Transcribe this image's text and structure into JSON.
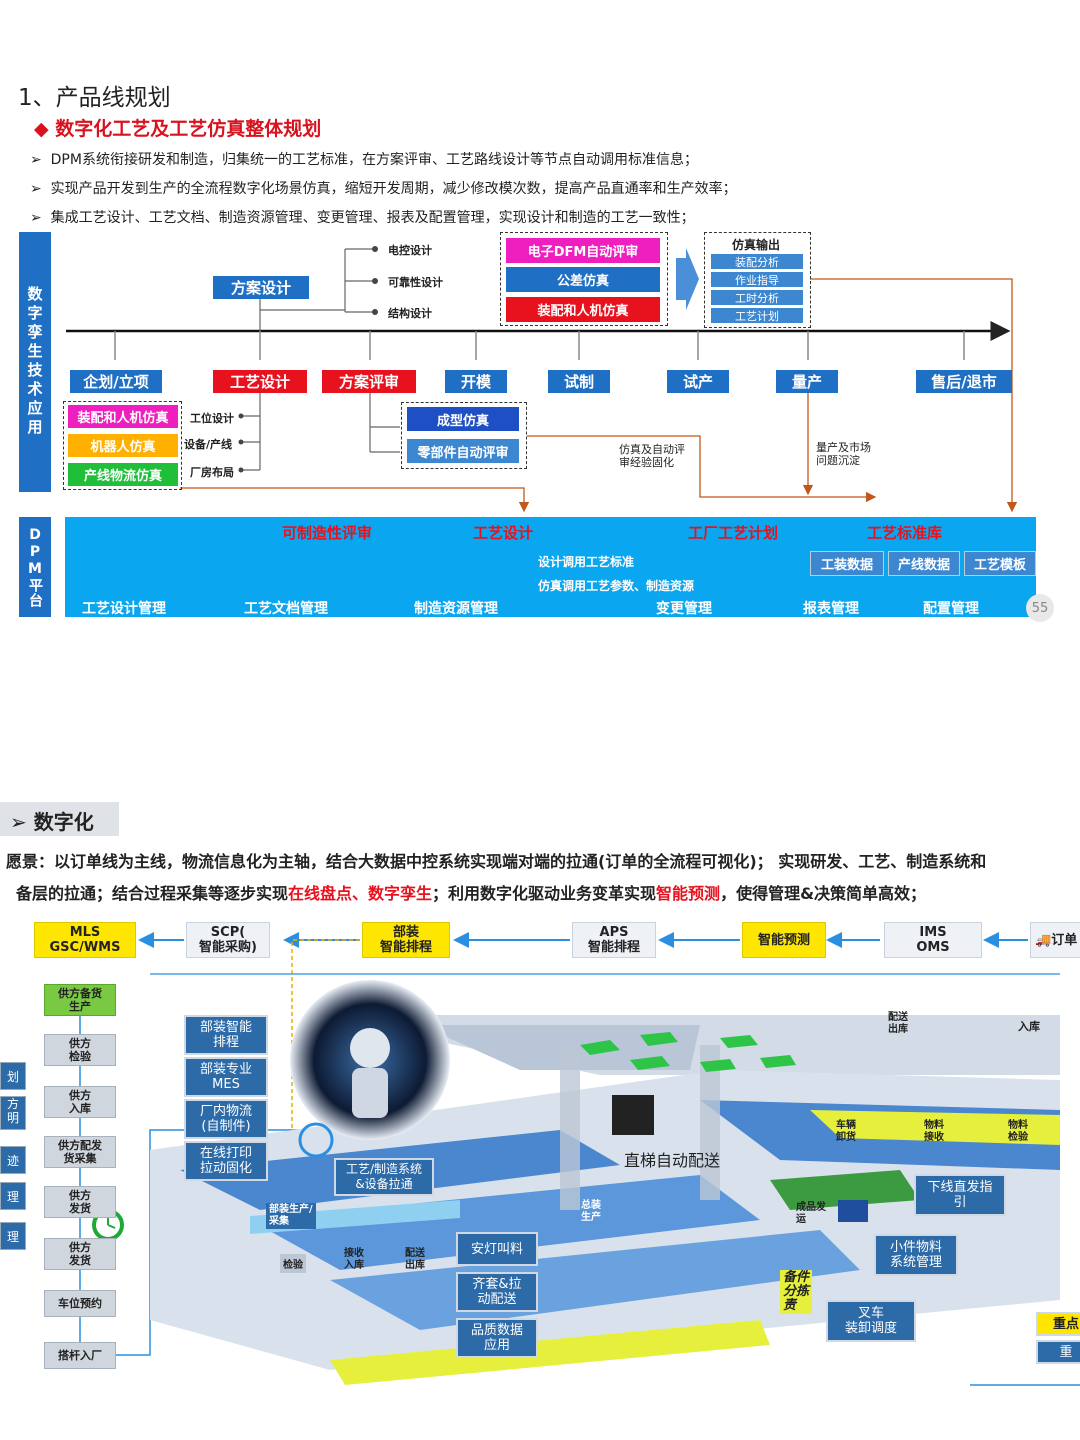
{
  "slide1": {
    "heading": "1、产品线规划",
    "subheading": "数字化工艺及工艺仿真整体规划",
    "bullets": [
      "DPM系统衔接研发和制造，归集统一的工艺标准，在方案评审、工艺路线设计等节点自动调用标准信息；",
      "实现产品开发到生产的全流程数字化场景仿真，缩短开发周期，减少修改模次数，提高产品直通率和生产效率；",
      "集成工艺设计、工艺文档、制造资源管理、变更管理、报表及配置管理，实现设计和制造的工艺一致性；"
    ],
    "left_bar": "数字孪生技术应用",
    "plan_box": "方案设计",
    "plan_items": [
      "电控设计",
      "可靠性设计",
      "结构设计"
    ],
    "sim_group": [
      "电子DFM自动评审",
      "公差仿真",
      "装配和人机仿真"
    ],
    "output_title": "仿真输出",
    "output_items": [
      "装配分析",
      "作业指导",
      "工时分析",
      "工艺计划"
    ],
    "stages": [
      "企划/立项",
      "工艺设计",
      "方案评审",
      "开模",
      "试制",
      "试产",
      "量产",
      "售后/退市"
    ],
    "process_sims": [
      "装配和人机仿真",
      "机器人仿真",
      "产线物流仿真"
    ],
    "process_labels": [
      "工位设计",
      "设备/产线",
      "厂房布局"
    ],
    "mold_sims": [
      "成型仿真",
      "零部件自动评审"
    ],
    "note1": "仿真及自动评\n审经验固化",
    "note2": "量产及市场\n问题沉淀",
    "dpm_bar": "DPM平台",
    "dpm_top": [
      "可制造性评审",
      "工艺设计",
      "工厂工艺计划",
      "工艺标准库"
    ],
    "dpm_mid1": "设计调用工艺标准",
    "dpm_mid2": "仿真调用工艺参数、制造资源",
    "dpm_data": [
      "工装数据",
      "产线数据",
      "工艺模板"
    ],
    "dpm_bottom": [
      "工艺设计管理",
      "工艺文档管理",
      "制造资源管理",
      "变更管理",
      "报表管理",
      "配置管理"
    ],
    "page_num": "55"
  },
  "slide2": {
    "heading": "数字化",
    "vision_line1": "愿景：以订单线为主线，物流信息化为主轴，结合大数据中控系统实现端对端的拉通(订单的全流程可视化)； 实现研发、工艺、制造系统和",
    "vision_line2_a": "备层的拉通；结合过程采集等逐步实现",
    "vision_line2_b": "在线盘点、数字孪生",
    "vision_line2_c": "；利用数字化驱动业务变革实现",
    "vision_line2_d": "智能预测",
    "vision_line2_e": "，使得管理&决策简单高效；",
    "top_chain": [
      "MLS\nGSC/WMS",
      "SCP(\n智能采购)",
      "部装\n智能排程",
      "APS\n智能排程",
      "智能预测",
      "IMS\nOMS"
    ],
    "order_label": "订单",
    "supplier_steps": [
      "供方备货\n生产",
      "供方\n检验",
      "供方\n入库",
      "供方配发\n货采集",
      "供方\n发货",
      "供方\n发货",
      "车位预约",
      "搭杆入厂"
    ],
    "left_stubs": [
      "划",
      "方\n明",
      "迹",
      "理",
      "理"
    ],
    "cards_left": [
      "部装智能\n排程",
      "部装专业\nMES",
      "厂内物流\n(自制件)",
      "在线打印\n拉动固化"
    ],
    "card_craft": "工艺/制造系统\n&设备拉通",
    "card_bottom": [
      "安灯叫料",
      "齐套&拉\n动配送",
      "品质数据\n应用"
    ],
    "elevator_label": "直梯自动配送",
    "card_right": [
      "下线直发指\n引",
      "小件物料\n系统管理",
      "叉车\n装卸调度"
    ],
    "right_stubs": [
      "重点",
      "重"
    ],
    "floor_labels": [
      "配送\n出库",
      "入库",
      "车辆\n卸货",
      "物料\n接收",
      "物料\n检验",
      "部装生产/\n采集",
      "检验",
      "接收\n入库",
      "配送\n出库",
      "总装\n生产",
      "成品发\n运",
      "备件\n分拣\n责"
    ]
  }
}
